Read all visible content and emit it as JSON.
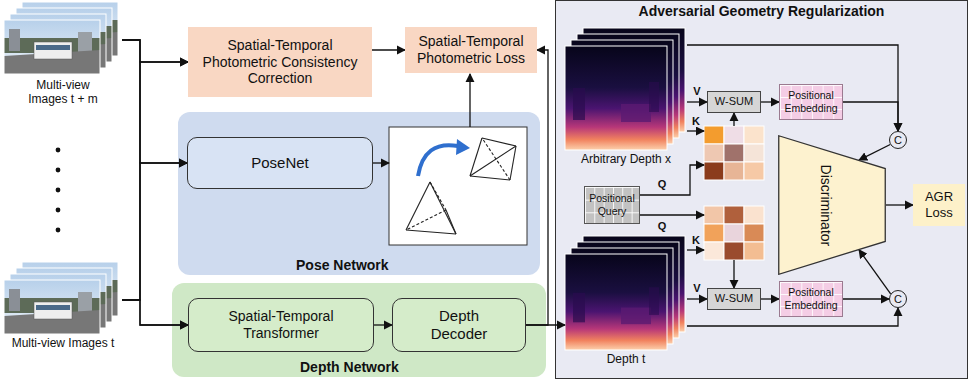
{
  "diagram": {
    "nodes": [
      {
        "text": [
          "Multi-view Images t + m"
        ]
      },
      {
        "text": [
          "Multi-view Images t"
        ]
      },
      {
        "text": [
          "Spatial-Temporal Photometric Consistency Correction"
        ]
      },
      {
        "text": [
          "Spatial-Temporal Photometric Loss"
        ]
      },
      {
        "text": [
          "Pose Network"
        ]
      },
      {
        "text": [
          "PoseNet"
        ],
        "in": 4
      },
      {
        "text": [
          "Depth Network"
        ]
      },
      {
        "text": [
          "Spatial-Temporal Transformer"
        ],
        "in": 6
      },
      {
        "text": [
          "Depth Decoder"
        ],
        "in": 6
      },
      {
        "text": [
          "Adversarial Geometry Regularization"
        ]
      },
      {
        "text": [
          "Arbitrary Depth x"
        ],
        "in": 9
      },
      {
        "text": [
          "W-SUM"
        ],
        "in": 9
      },
      {
        "text": [
          "Positional Embedding"
        ],
        "in": 9
      },
      {
        "text": [
          "C"
        ],
        "in": 9
      },
      {
        "text": [
          "Positional Query"
        ],
        "in": 9
      },
      {
        "text": [
          "Depth t"
        ],
        "in": 9
      },
      {
        "text": [
          "W-SUM"
        ],
        "in": 9
      },
      {
        "text": [
          "Positional Embedding"
        ],
        "in": 9
      },
      {
        "text": [
          "C"
        ],
        "in": 9
      },
      {
        "text": [
          "Discriminator"
        ],
        "in": 9
      },
      {
        "text": [
          "AGR Loss"
        ],
        "in": 9
      }
    ],
    "edges": [
      {
        "from": 0,
        "to": 2,
        "arrow": "to"
      },
      {
        "from": 0,
        "to": 5,
        "arrow": "to"
      },
      {
        "from": 0,
        "to": 7,
        "arrow": "to"
      },
      {
        "from": 1,
        "to": 2,
        "arrow": "to"
      },
      {
        "from": 1,
        "to": 5,
        "arrow": "to"
      },
      {
        "from": 1,
        "to": 7,
        "arrow": "to"
      },
      {
        "from": 2,
        "to": 3,
        "arrow": "to"
      },
      {
        "from": 7,
        "to": 8,
        "arrow": "to"
      },
      {
        "from": 8,
        "to": 3,
        "arrow": "to"
      },
      {
        "from": 8,
        "to": 15,
        "arrow": "to"
      },
      {
        "from": 10,
        "to": 11,
        "label": "V",
        "arrow": "to"
      },
      {
        "from": 11,
        "to": 12,
        "arrow": "to"
      },
      {
        "from": 12,
        "to": 13,
        "arrow": "to"
      },
      {
        "from": 10,
        "to": 13,
        "arrow": "to"
      },
      {
        "from": 13,
        "to": 19,
        "arrow": "to"
      },
      {
        "from": 15,
        "to": 16,
        "label": "V",
        "arrow": "to"
      },
      {
        "from": 16,
        "to": 17,
        "arrow": "to"
      },
      {
        "from": 17,
        "to": 18,
        "arrow": "to"
      },
      {
        "from": 15,
        "to": 18,
        "arrow": "to"
      },
      {
        "from": 18,
        "to": 19,
        "arrow": "to"
      },
      {
        "from": 19,
        "to": 20,
        "arrow": "to"
      }
    ],
    "labels": [
      "K",
      "Q",
      "Q",
      "K"
    ]
  }
}
